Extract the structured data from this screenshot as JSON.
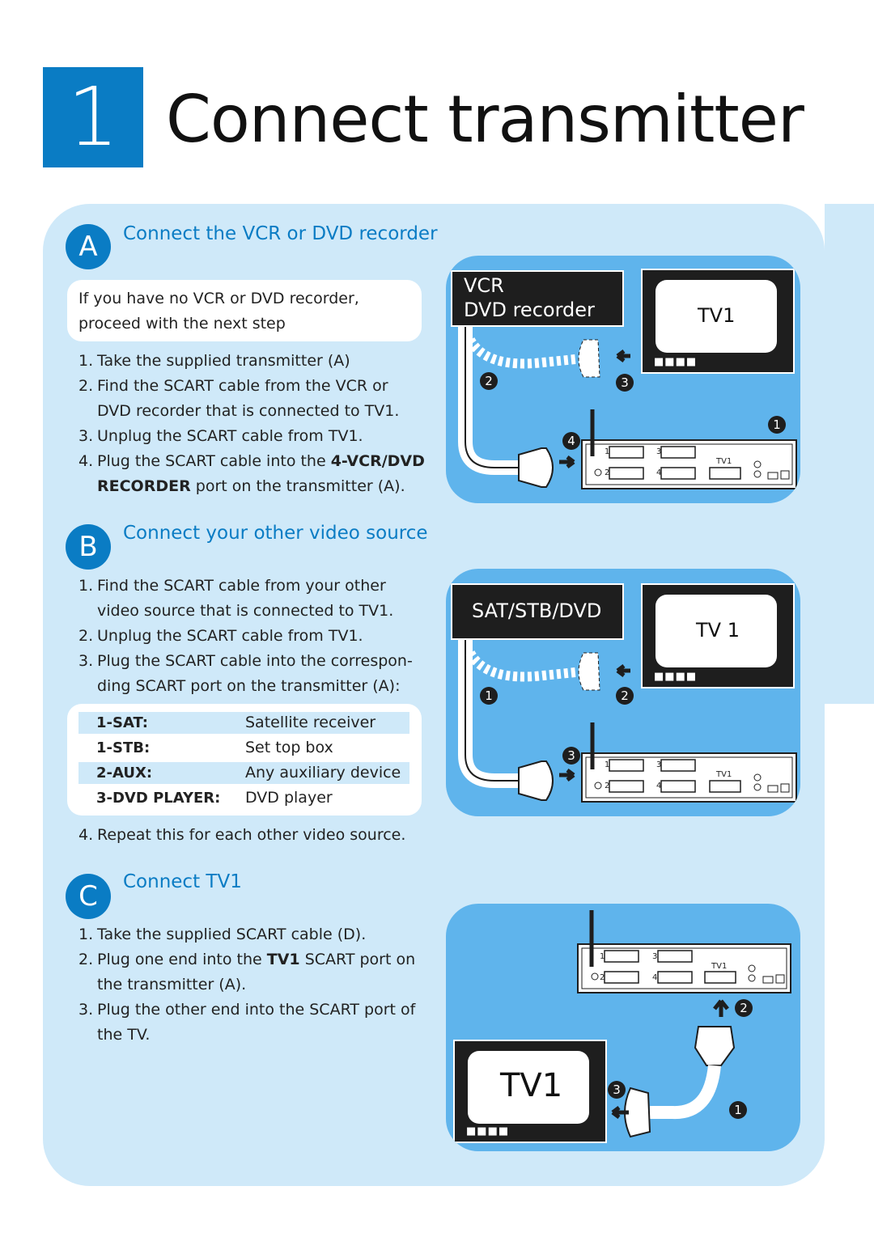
{
  "header": {
    "number": "1",
    "title": "Connect transmitter"
  },
  "sectionA": {
    "letter": "A",
    "title": "Connect the VCR or DVD recorder",
    "note": [
      "If you have no VCR or DVD recorder,",
      "proceed with the next step"
    ],
    "steps": [
      {
        "n": "1.",
        "lines": [
          "Take the supplied transmitter (A)"
        ]
      },
      {
        "n": "2.",
        "lines": [
          "Find the SCART cable from the VCR or",
          "DVD recorder that is connected to TV1."
        ]
      },
      {
        "n": "3.",
        "lines": [
          "Unplug the SCART cable from TV1."
        ]
      },
      {
        "n": "4.",
        "pre": "Plug the SCART cable into the ",
        "bold": "4-VCR/DVD",
        "bold2": "RECORDER",
        "post": " port on the transmitter (A)."
      }
    ],
    "diagram": {
      "device": [
        "VCR",
        "DVD recorder"
      ],
      "tv": "TV1",
      "tv_dots": "■■■■",
      "port_tv1": "TV1",
      "nums": [
        "2",
        "3",
        "1",
        "4"
      ],
      "port_labels": [
        "1",
        "2",
        "3",
        "4"
      ]
    }
  },
  "sectionB": {
    "letter": "B",
    "title": "Connect your other video source",
    "steps": [
      {
        "n": "1.",
        "lines": [
          "Find the SCART cable from your other",
          "video source that is connected to TV1."
        ]
      },
      {
        "n": "2.",
        "lines": [
          "Unplug the SCART cable from TV1."
        ]
      },
      {
        "n": "3.",
        "lines": [
          "Plug the SCART cable into the correspon-",
          "ding SCART port on the transmitter (A):"
        ]
      }
    ],
    "table": [
      {
        "k": "1-SAT:",
        "v": "Satellite receiver"
      },
      {
        "k": "1-STB:",
        "v": "Set top box"
      },
      {
        "k": "2-AUX:",
        "v": "Any auxiliary device"
      },
      {
        "k": "3-DVD PLAYER:",
        "v": "DVD player"
      }
    ],
    "step4": {
      "n": "4.",
      "text": "Repeat this for each other video source."
    },
    "diagram": {
      "device": "SAT/STB/DVD",
      "tv": "TV 1",
      "tv_dots": "■■■■",
      "port_tv1": "TV1",
      "nums": [
        "1",
        "2",
        "3"
      ],
      "port_labels": [
        "1",
        "2",
        "3",
        "4"
      ]
    }
  },
  "sectionC": {
    "letter": "C",
    "title": "Connect TV1",
    "steps": [
      {
        "n": "1.",
        "lines": [
          "Take the supplied SCART cable (D)."
        ]
      },
      {
        "n": "2.",
        "pre": "Plug one end into the ",
        "bold": "TV1",
        "post": " SCART port on",
        "line2": "the transmitter (A)."
      },
      {
        "n": "3.",
        "lines": [
          "Plug the other end into the SCART port of",
          "the TV."
        ]
      }
    ],
    "diagram": {
      "tv": "TV1",
      "tv_dots": "■■■■",
      "port_tv1": "TV1",
      "nums": [
        "2",
        "3",
        "1"
      ],
      "port_labels": [
        "1",
        "2",
        "3",
        "4"
      ]
    }
  },
  "colors": {
    "accent": "#0a7cc4",
    "panel": "#cfe9f9",
    "diagram": "#5fb4ec",
    "dark": "#1e1e1e"
  }
}
